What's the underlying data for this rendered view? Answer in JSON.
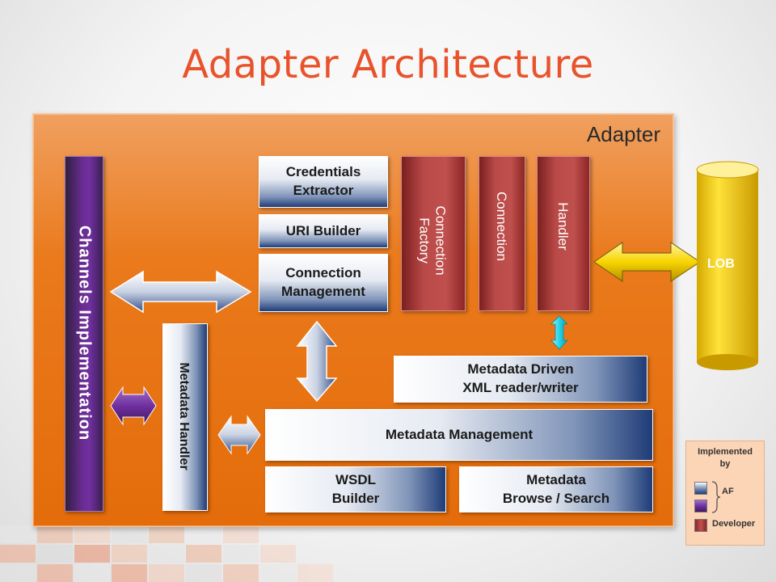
{
  "title": "Adapter Architecture",
  "adapter": {
    "label": "Adapter",
    "channels_implementation": "Channels Implementation",
    "metadata_handler": "Metadata Handler",
    "credentials_extractor": [
      "Credentials",
      "Extractor"
    ],
    "uri_builder": "URI Builder",
    "connection_management": [
      "Connection",
      "Management"
    ],
    "connection_factory": [
      "Connection",
      "Factory"
    ],
    "connection": "Connection",
    "handler": "Handler",
    "metadata_driven": [
      "Metadata Driven",
      "XML reader/writer"
    ],
    "metadata_management": "Metadata Management",
    "wsdl_builder": [
      "WSDL",
      "Builder"
    ],
    "metadata_browse": [
      "Metadata",
      "Browse / Search"
    ]
  },
  "lob": "LOB",
  "legend": {
    "title": [
      "Implemented",
      "by"
    ],
    "af": "AF",
    "developer": "Developer"
  },
  "colors": {
    "title": "#e8532c",
    "adapter_panel": "#e46c0a",
    "component_blue": "#1f3c78",
    "component_red": "#c0504d",
    "channels_purple": "#7030a0",
    "lob_yellow": "#f2c700",
    "legend_bg": "#fbd5b5"
  }
}
